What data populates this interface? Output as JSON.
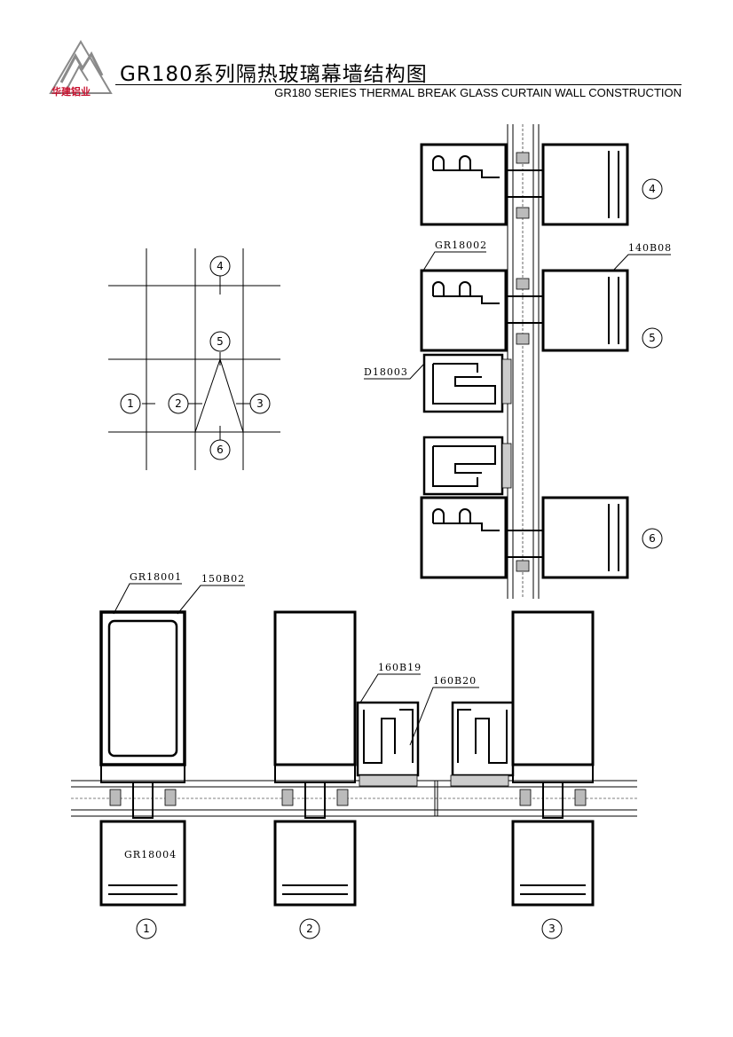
{
  "header": {
    "title_zh": "GR180系列隔热玻璃幕墙结构图",
    "title_en": "GR180 SERIES THERMAL BREAK  GLASS CURTAIN WALL CONSTRUCTION",
    "company": "华建铝业"
  },
  "key_plan": {
    "markers": [
      "1",
      "2",
      "3",
      "4",
      "5",
      "6"
    ]
  },
  "labels": {
    "gr18002": "GR18002",
    "b140b08": "140B08",
    "d18003": "D18003",
    "gr18001": "GR18001",
    "b150b02": "150B02",
    "b160b19": "160B19",
    "b160b20": "160B20",
    "gr18004": "GR18004"
  },
  "section_numbers": {
    "s4": "4",
    "s5": "5",
    "s6": "6",
    "s1": "1",
    "s2": "2",
    "s3": "3"
  },
  "colors": {
    "logo_gray": "#8a8a8a",
    "company_red": "#c8102e"
  }
}
